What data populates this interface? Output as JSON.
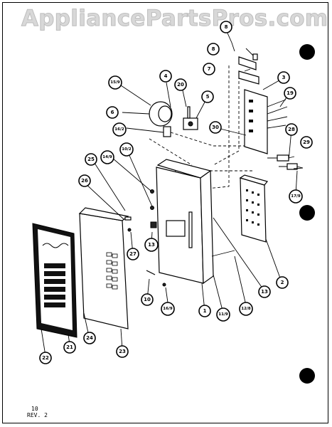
{
  "watermark": "AppliancePartsPros.com",
  "footer": {
    "page_number": "10",
    "revision": "REV. 2"
  },
  "callouts": {
    "c1": "1",
    "c2": "2",
    "c3": "3",
    "c4": "4",
    "c5": "5",
    "c6": "6",
    "c7": "7",
    "c8": "8",
    "c10": "10",
    "c13": "13",
    "c19": "19",
    "c20": "20",
    "c21": "21",
    "c22": "22",
    "c23": "23",
    "c24": "24",
    "c25": "25",
    "c26": "26",
    "c27": "27",
    "c28": "28",
    "c29": "29",
    "c30": "30",
    "f15_9": "15/9",
    "f16_2": "16/2",
    "f14_9": "14/9",
    "f10_2": "10/2",
    "f16_9": "16/9",
    "f11_9": "11/9",
    "f12_8": "12/8",
    "f17_9": "17/9",
    "f8_top": "8",
    "f13_b": "13"
  }
}
